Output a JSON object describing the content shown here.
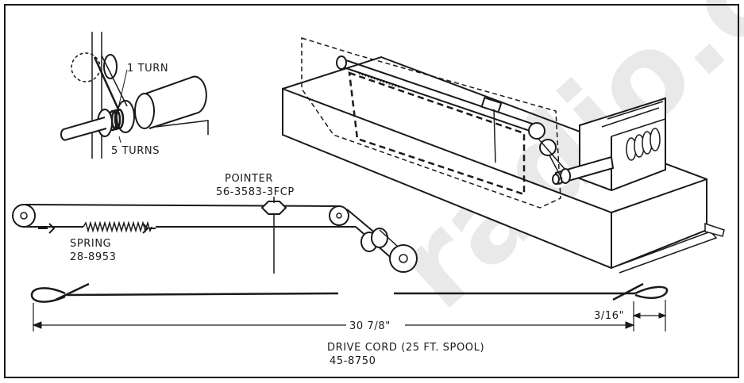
{
  "watermark": "radio.c",
  "labels": {
    "one_turn": "1 TURN",
    "five_turns": "5 TURNS",
    "pointer_title": "POINTER",
    "pointer_part": "56-3583-3FCP",
    "spring_title": "SPRING",
    "spring_part": "28-8953",
    "cord_length": "30 7/8\"",
    "loop_size": "3/16\"",
    "drive_cord_title": "DRIVE CORD (25 FT. SPOOL)",
    "drive_cord_part": "45-8750"
  },
  "colors": {
    "ink": "#1a1a1a",
    "paper": "#ffffff",
    "watermark": "#e9e9e9"
  }
}
